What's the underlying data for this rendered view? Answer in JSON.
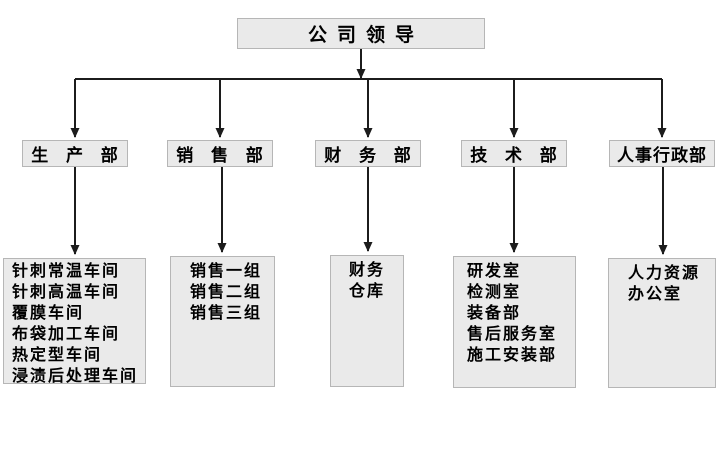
{
  "root": {
    "label": "公司领导"
  },
  "departments": [
    {
      "label": "生 产 部",
      "units": [
        "针刺常温车间",
        "针刺高温车间",
        "覆膜车间",
        "布袋加工车间",
        "热定型车间",
        "浸渍后处理车间"
      ]
    },
    {
      "label": "销 售 部",
      "units": [
        "销售一组",
        "销售二组",
        "销售三组"
      ]
    },
    {
      "label": "财 务 部",
      "units": [
        "财务",
        "仓库"
      ]
    },
    {
      "label": "技 术 部",
      "units": [
        "研发室",
        "检测室",
        "装备部",
        "售后服务室",
        "施工安装部"
      ]
    },
    {
      "label": "人事行政部",
      "units": [
        "人力资源",
        "办公室"
      ]
    }
  ],
  "colors": {
    "background": "#ffffff",
    "box_fill": "#eaeaea",
    "box_border": "#b6b6b6",
    "connector_line": "#1c1c1c",
    "text": "#000000"
  }
}
